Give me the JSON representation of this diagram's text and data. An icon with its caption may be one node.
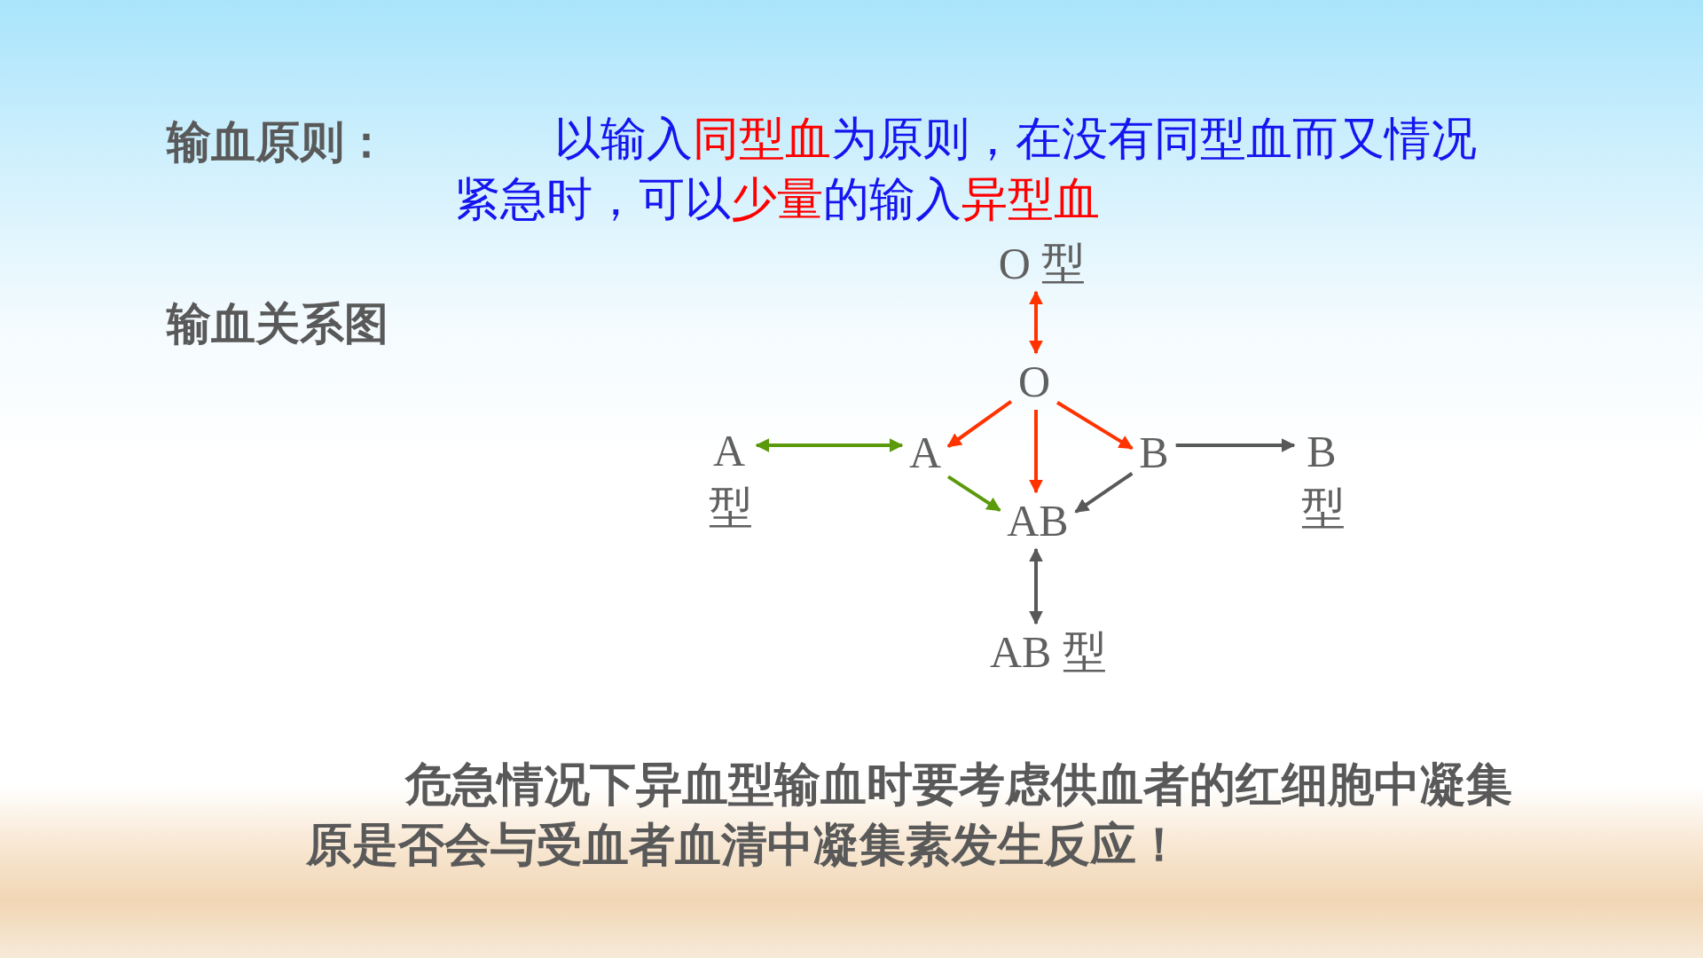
{
  "diagram": {
    "nodes": [
      {
        "text": [
          "O 型"
        ]
      },
      {
        "text": [
          "O"
        ]
      },
      {
        "text": [
          "A 型"
        ]
      },
      {
        "text": [
          "A"
        ]
      },
      {
        "text": [
          "B"
        ]
      },
      {
        "text": [
          "B 型"
        ]
      },
      {
        "text": [
          "AB"
        ]
      },
      {
        "text": [
          "AB 型"
        ]
      }
    ],
    "edges": [
      {
        "from": 0,
        "to": 1,
        "arrow": "both"
      },
      {
        "from": 2,
        "to": 3,
        "arrow": "both",
        "color": "#5b9a0b"
      },
      {
        "from": 1,
        "to": 3,
        "arrow": "to"
      },
      {
        "from": 1,
        "to": 6,
        "arrow": "to"
      },
      {
        "from": 1,
        "to": 4,
        "arrow": "to"
      },
      {
        "from": 3,
        "to": 6,
        "arrow": "to",
        "color": "#5b9a0b"
      },
      {
        "from": 4,
        "to": 6,
        "arrow": "to",
        "color": "#595959"
      },
      {
        "from": 4,
        "to": 5,
        "arrow": "to",
        "color": "#595959"
      },
      {
        "from": 6,
        "to": 7,
        "arrow": "both",
        "color": "#595959"
      }
    ],
    "labels": [
      "输血原则：",
      "以输入**同型血**为原则，在没有同型血而又情况紧急时，可以**少量**的输入**异型血**",
      "输血关系图",
      "危急情况下异血型输血时要考虑供血者的红细胞中凝集原是否会与受血者血清中凝集素发生反应！"
    ]
  }
}
